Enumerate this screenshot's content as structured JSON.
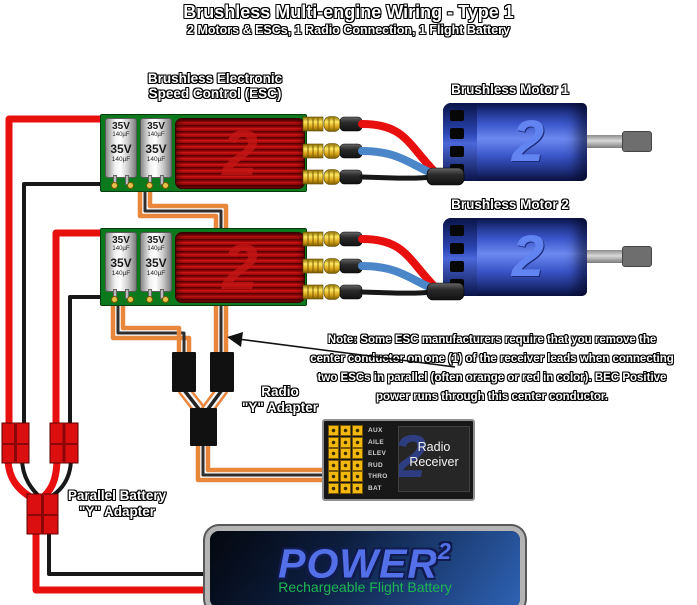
{
  "title": "Brushless Multi-engine Wiring - Type 1",
  "subtitle": "2 Motors & ESCs, 1 Radio Connection, 1 Flight Battery",
  "esc": {
    "label_line1": "Brushless Electronic",
    "label_line2": "Speed Control (ESC)",
    "capacitor_voltage": "35V",
    "capacitor_capacity": "140µF",
    "badge": "2"
  },
  "motors": {
    "motor1_label": "Brushless Motor 1",
    "motor2_label": "Brushless Motor 2",
    "badge": "2"
  },
  "note": {
    "line1": "Note:  Some ESC manufacturers require that you remove the",
    "line2": "center conductor on one (1) of the receiver leads when connecting",
    "line3": "two ESCs in parallel (often orange or red in color). BEC Positive",
    "line4": "power runs through this center conductor."
  },
  "radio_y_adapter": {
    "label_line1": "Radio",
    "label_line2": "\"Y\" Adapter"
  },
  "battery_y_adapter": {
    "label_line1": "Parallel Battery",
    "label_line2": "\"Y\" Adapter"
  },
  "receiver": {
    "name_line1": "Radio",
    "name_line2": "Receiver",
    "badge": "2",
    "channels": [
      "AUX",
      "AILE",
      "ELEV",
      "RUD",
      "THRO",
      "BAT"
    ]
  },
  "battery": {
    "brand": "POWER",
    "brand_exponent": "2",
    "tagline": "Rechargeable Flight Battery"
  },
  "colors": {
    "wire_red": "#e80f0f",
    "wire_black": "#181818",
    "wire_blue": "#4a86c8",
    "wire_orange": "#e8863c",
    "pcb_green": "#0c7a1c",
    "heatsink_red": "#9e0a0a",
    "motor_blue": "#3a55c8",
    "connector_gold": "#f2b80c",
    "battery_connector_red": "#db0f0f",
    "battery_panel_blue": "#2e62b4",
    "tagline_green": "#1db654"
  }
}
